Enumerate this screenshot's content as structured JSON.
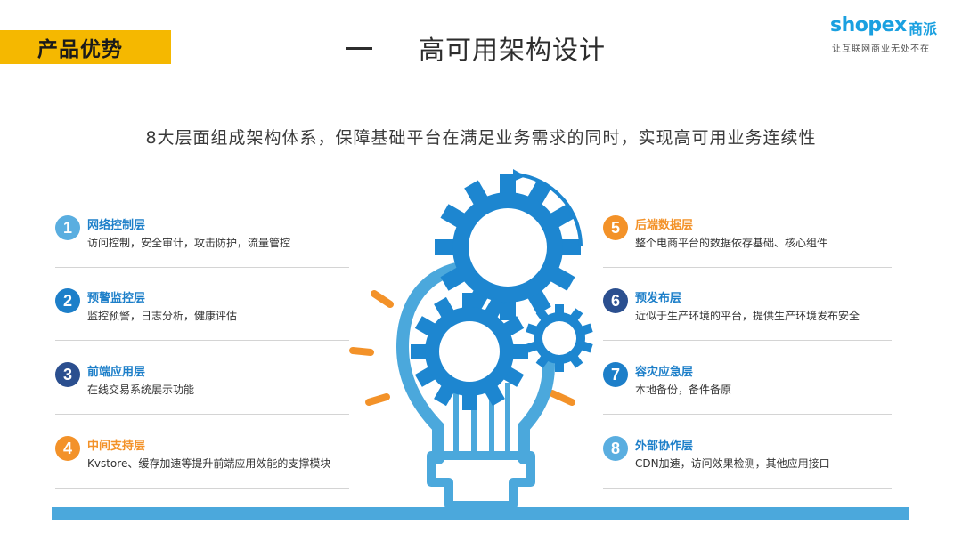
{
  "header": {
    "tag": "产品优势",
    "title": "高可用架构设计"
  },
  "logo": {
    "brand": "shopex",
    "brand_cn": "商派",
    "slogan": "让互联网商业无处不在"
  },
  "subtitle": "8大层面组成架构体系，保障基础平台在满足业务需求的同时，实现高可用业务连续性",
  "colors": {
    "accent_yellow": "#f5b800",
    "light_blue": "#5aaee0",
    "mid_blue": "#1d7fc9",
    "dark_blue": "#2b4f8f",
    "orange": "#f39229",
    "gear_blue": "#1d86d0",
    "bulb_blue": "#4ba8dc"
  },
  "layers_left": [
    {
      "num": "1",
      "title": "网络控制层",
      "desc": "访问控制，安全审计，攻击防护，流量管控",
      "color": "#5aaee0"
    },
    {
      "num": "2",
      "title": "预警监控层",
      "desc": "监控预警，日志分析，健康评估",
      "color": "#1d7fc9"
    },
    {
      "num": "3",
      "title": "前端应用层",
      "desc": "在线交易系统展示功能",
      "color": "#2b4f8f"
    },
    {
      "num": "4",
      "title": "中间支持层",
      "desc": "Kvstore、缓存加速等提升前端应用效能的支撑模块",
      "color": "#f39229"
    }
  ],
  "layers_right": [
    {
      "num": "5",
      "title": "后端数据层",
      "desc": "整个电商平台的数据依存基础、核心组件",
      "color": "#f39229"
    },
    {
      "num": "6",
      "title": "预发布层",
      "desc": "近似于生产环境的平台，提供生产环境发布安全",
      "color": "#2b4f8f"
    },
    {
      "num": "7",
      "title": "容灾应急层",
      "desc": "本地备份，备件备原",
      "color": "#1d7fc9"
    },
    {
      "num": "8",
      "title": "外部协作层",
      "desc": "CDN加速，访问效果检测，其他应用接口",
      "color": "#5aaee0"
    }
  ],
  "illustration": {
    "icon": "lightbulb-gears-icon"
  }
}
